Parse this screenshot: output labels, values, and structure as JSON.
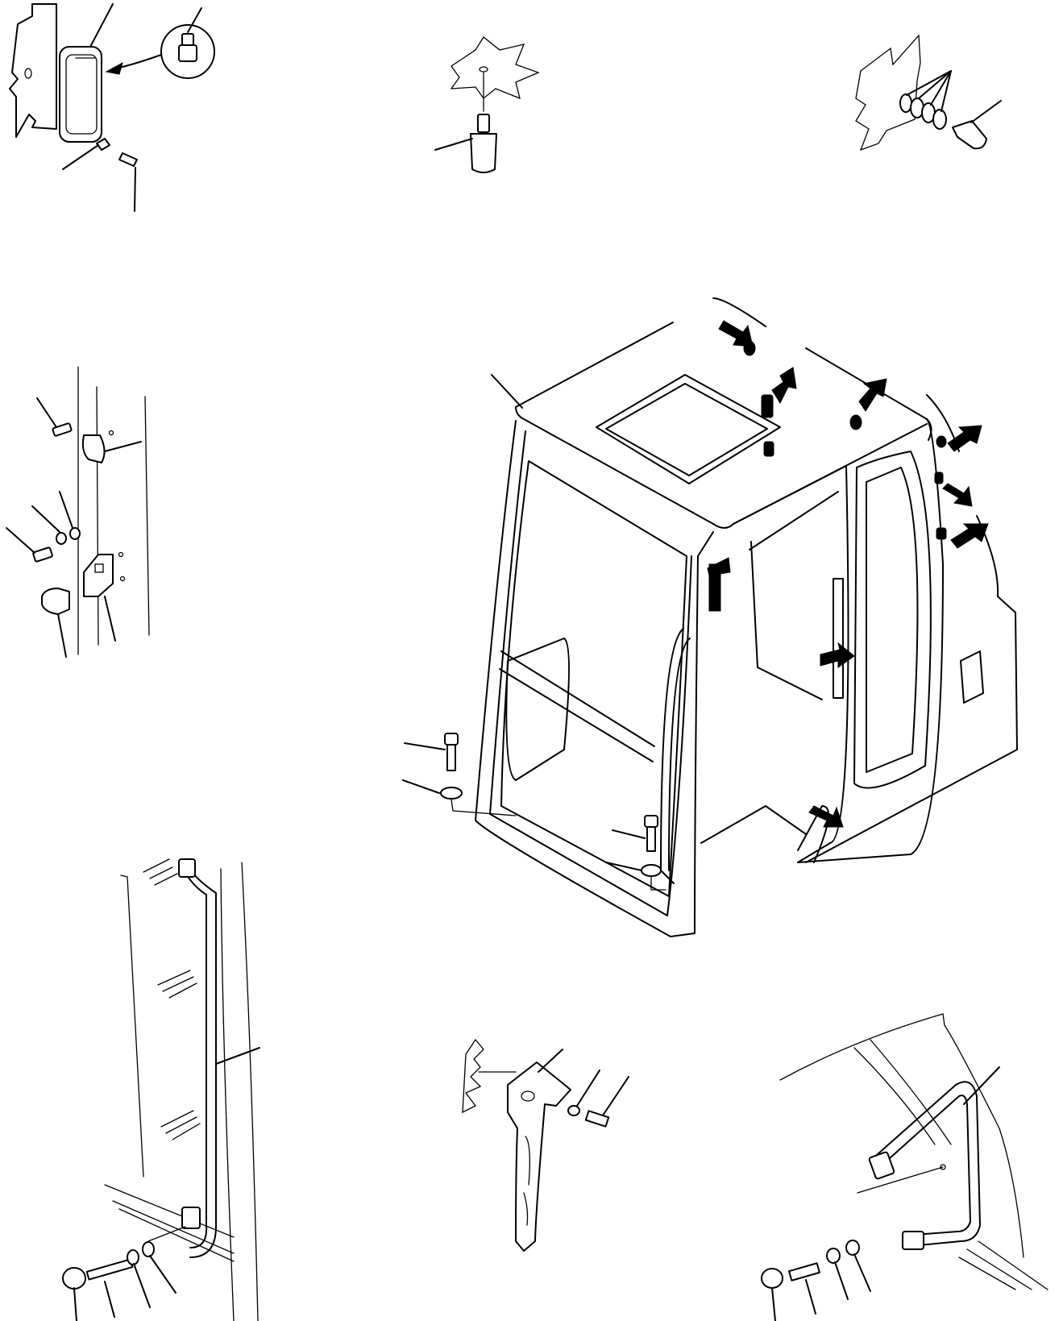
{
  "diagram": {
    "type": "exploded parts illustration",
    "subject": "operator cab",
    "text_labels": [],
    "assemblies": [
      {
        "name": "rear-combination-lamp"
      },
      {
        "name": "roof-rubber-stopper"
      },
      {
        "name": "screw-plug-with-washers"
      },
      {
        "name": "door-catch-bracket"
      },
      {
        "name": "operator-cab"
      },
      {
        "name": "hand-rail"
      },
      {
        "name": "door-lock-striker"
      },
      {
        "name": "assist-grip"
      }
    ]
  }
}
